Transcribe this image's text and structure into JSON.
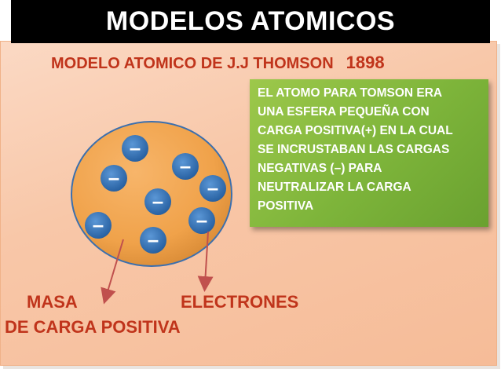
{
  "slide": {
    "title": "MODELOS ATOMICOS",
    "subtitle": "MODELO  ATOMICO DE J.J THOMSON",
    "year": "1898",
    "info_text": "EL ATOMO PARA TOMSON  ERA\nUNA ESFERA PEQUEÑA CON\nCARGA POSITIVA(+) EN LA CUAL\nSE INCRUSTABAN LAS CARGAS\nNEGATIVAS (–) PARA\nNEUTRALIZAR  LA CARGA\nPOSITIVA",
    "electron_symbol": "–",
    "label_masa": "MASA",
    "label_carga": "DE CARGA POSITIVA",
    "label_electrones": "ELECTRONES"
  },
  "colors": {
    "title_bg": "#000000",
    "title_text": "#ffffff",
    "panel_bg": "#f8c7a8",
    "accent_red": "#c0341b",
    "sphere_orange": "#f0a24a",
    "electron_blue": "#2f6fb3",
    "infobox_green": "#7db43a",
    "arrow": "#c0504d"
  }
}
